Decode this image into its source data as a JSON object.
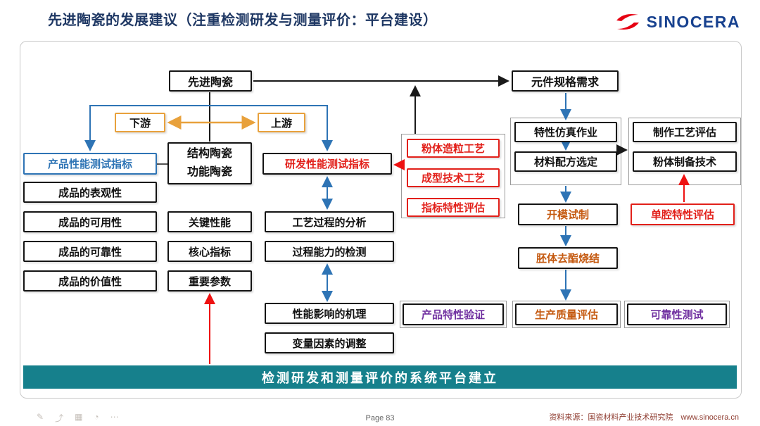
{
  "slide": {
    "title": "先进陶瓷的发展建议（注重检测研发与测量评价：平台建设）",
    "page_label": "Page 83",
    "source": "资料来源：国瓷材料产业技术研究院",
    "website": "www.sinocera.cn"
  },
  "logo": {
    "brand": "SINOCERA"
  },
  "nodes": {
    "advanced_ceramics": "先进陶瓷",
    "component_spec": "元件规格需求",
    "downstream": "下游",
    "upstream": "上游",
    "structural": "结构陶瓷",
    "functional": "功能陶瓷",
    "product_perf": "产品性能测试指标",
    "finished_appearance": "成品的表观性",
    "finished_usability": "成品的可用性",
    "finished_reliability": "成品的可靠性",
    "finished_value": "成品的价值性",
    "key_performance": "关键性能",
    "core_index": "核心指标",
    "important_params": "重要参数",
    "rd_perf": "研发性能测试指标",
    "process_analysis": "工艺过程的分析",
    "process_capability": "过程能力的检测",
    "perf_mechanism": "性能影响的机理",
    "variable_adjust": "变量因素的调整",
    "powder_granulation": "粉体造粒工艺",
    "forming_tech": "成型技术工艺",
    "index_eval": "指标特性评估",
    "simulation": "特性仿真作业",
    "material_formula": "材料配方选定",
    "process_eval": "制作工艺评估",
    "powder_prep": "粉体制备技术",
    "mold_trial": "开模试制",
    "debind_sinter": "胚体去酯烧结",
    "product_verify": "产品特性验证",
    "quality_eval": "生产质量评估",
    "reliability_test": "可靠性测试",
    "cavity_eval": "单腔特性评估",
    "platform": "检测研发和测量评价的系统平台建立"
  },
  "toolbar": {
    "glyphs": [
      "✎",
      "⤴",
      "▦",
      "◔",
      "⋯"
    ]
  },
  "colors": {
    "title_blue": "#1F3864",
    "box_blue": "#2E74B5",
    "box_red": "#E2201A",
    "orange_text": "#C55A11",
    "purple_text": "#7030A0",
    "orange_border": "#E8A13C",
    "teal_bar": "#16808C",
    "logo_red": "#E60012",
    "logo_blue": "#17418F",
    "source_maroon": "#8E3B2F"
  }
}
